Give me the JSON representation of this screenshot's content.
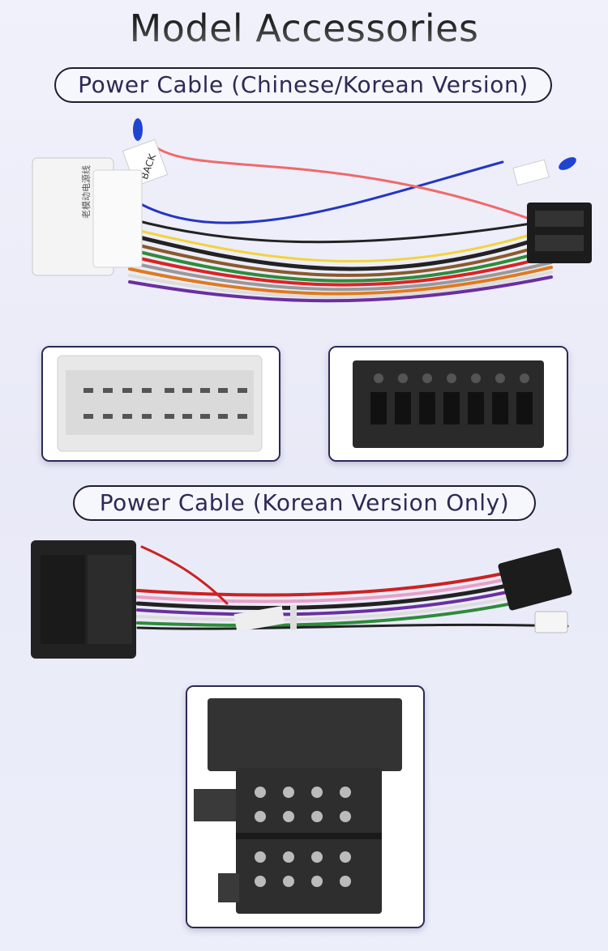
{
  "title": "Model Accessories",
  "sections": [
    {
      "label": "Power Cable (Chinese/Korean Version)",
      "cable_tags": [
        "BACK",
        "老模动电源线"
      ]
    },
    {
      "label": "Power Cable (Korean Version Only)"
    }
  ],
  "colors": {
    "title_text": "#1a1a1a",
    "pill_text": "#2c2a55",
    "pill_border": "#1d1d2f",
    "background": "#eceefa"
  }
}
